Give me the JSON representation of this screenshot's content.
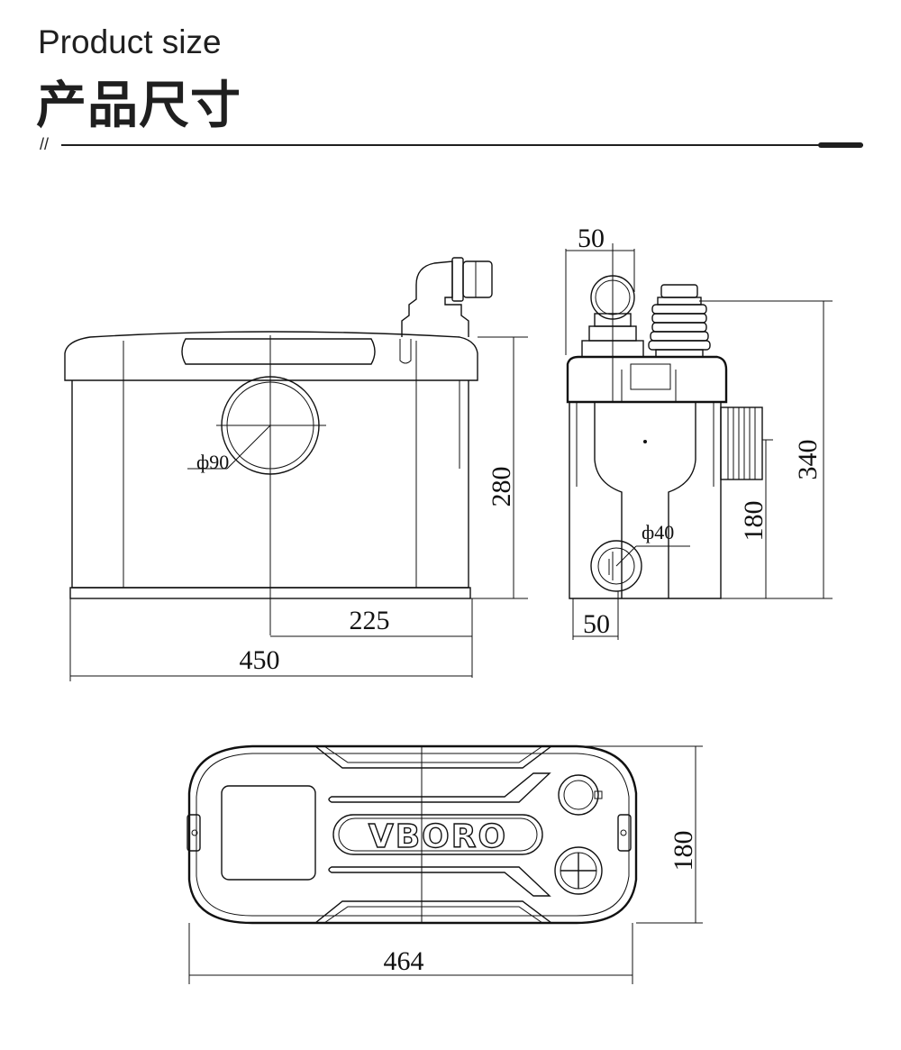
{
  "header": {
    "title_en": "Product size",
    "title_cn": "产品尺寸",
    "separator": "//"
  },
  "front_view": {
    "pipe_diameter": "ф90",
    "height": "280",
    "half_width": "225",
    "width": "450"
  },
  "side_view": {
    "top_offset": "50",
    "total_height": "340",
    "outlet_height": "180",
    "inlet_diameter": "ф40",
    "bottom_offset": "50"
  },
  "top_view": {
    "brand": "VBORO",
    "depth": "180",
    "length": "464"
  },
  "colors": {
    "ink": "#111111",
    "background": "#ffffff"
  }
}
